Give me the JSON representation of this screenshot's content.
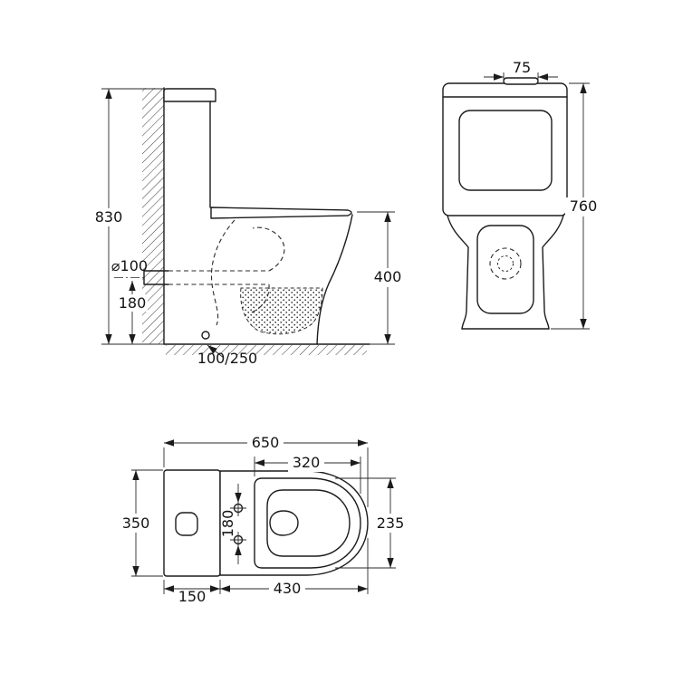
{
  "page": {
    "background": "#ffffff",
    "line_color": "#1b1b1b"
  },
  "drawing": {
    "side_view": {
      "total_height": "830",
      "outlet_diameter": "⌀100",
      "outlet_height": "180",
      "rim_height": "400",
      "rough_in": "100/250"
    },
    "front_view": {
      "button_width": "75",
      "total_height": "760"
    },
    "top_view": {
      "overall_length": "650",
      "seat_length": "320",
      "overall_width": "350",
      "hinge_spacing": "180",
      "seat_width": "235",
      "tank_depth": "150",
      "bowl_length": "430"
    }
  }
}
